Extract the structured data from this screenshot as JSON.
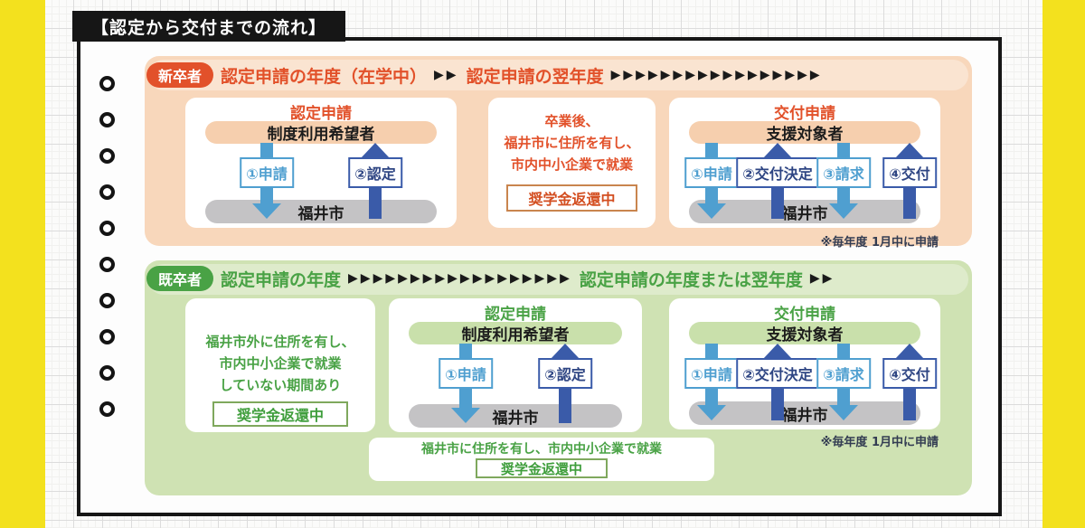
{
  "title": "【認定から交付までの流れ】",
  "colors": {
    "page_edge_yellow": "#f3e11e",
    "accent_orange": "#e2512a",
    "accent_green": "#49a245",
    "arrow_light_blue": "#4f9fd0",
    "arrow_navy": "#3a5ba9",
    "section1_bg": "#f8d7bb",
    "section2_bg": "#cfe2b3",
    "gray_pill": "#c4c3c5"
  },
  "section1": {
    "badge": "新卒者",
    "timeline_1": "認定申請の年度（在学中）",
    "timeline_arrows_1": "▶▶",
    "timeline_2": "認定申請の翌年度",
    "timeline_arrows_2": "▶▶▶▶▶▶▶▶▶▶▶▶▶▶▶▶▶",
    "box_nintei": {
      "title": "認定申請",
      "actor_top": "制度利用希望者",
      "actor_bottom": "福井市",
      "steps": [
        {
          "label": "①申請",
          "direction": "down",
          "color": "light_blue"
        },
        {
          "label": "②認定",
          "direction": "up",
          "color": "navy"
        }
      ]
    },
    "box_condition": {
      "lines": [
        "卒業後、",
        "福井市に住所を有し、",
        "市内中小企業で就業"
      ],
      "status": "奨学金返還中"
    },
    "box_kofu": {
      "title": "交付申請",
      "actor_top": "支援対象者",
      "actor_bottom": "福井市",
      "steps": [
        {
          "label": "①申請",
          "direction": "down",
          "color": "light_blue"
        },
        {
          "label": "②交付決定",
          "direction": "up",
          "color": "navy"
        },
        {
          "label": "③請求",
          "direction": "down",
          "color": "light_blue"
        },
        {
          "label": "④交付",
          "direction": "up",
          "color": "navy"
        }
      ]
    },
    "note": "※毎年度 1月中に申請"
  },
  "section2": {
    "badge": "既卒者",
    "timeline_1": "認定申請の年度",
    "timeline_arrows_1": "▶▶▶▶▶▶▶▶▶▶▶▶▶▶▶▶▶▶",
    "timeline_2": "認定申請の年度または翌年度",
    "timeline_arrows_2": "▶▶",
    "box_condition": {
      "lines": [
        "福井市外に住所を有し、",
        "市内中小企業で就業",
        "していない期間あり"
      ],
      "status": "奨学金返還中"
    },
    "box_nintei": {
      "title": "認定申請",
      "actor_top": "制度利用希望者",
      "actor_bottom": "福井市",
      "steps": [
        {
          "label": "①申請",
          "direction": "down",
          "color": "light_blue"
        },
        {
          "label": "②認定",
          "direction": "up",
          "color": "navy"
        }
      ]
    },
    "box_kofu": {
      "title": "交付申請",
      "actor_top": "支援対象者",
      "actor_bottom": "福井市",
      "steps": [
        {
          "label": "①申請",
          "direction": "down",
          "color": "light_blue"
        },
        {
          "label": "②交付決定",
          "direction": "up",
          "color": "navy"
        },
        {
          "label": "③請求",
          "direction": "down",
          "color": "light_blue"
        },
        {
          "label": "④交付",
          "direction": "up",
          "color": "navy"
        }
      ]
    },
    "note": "※毎年度 1月中に申請",
    "box_bottom": {
      "line": "福井市に住所を有し、市内中小企業で就業",
      "status": "奨学金返還中"
    }
  }
}
